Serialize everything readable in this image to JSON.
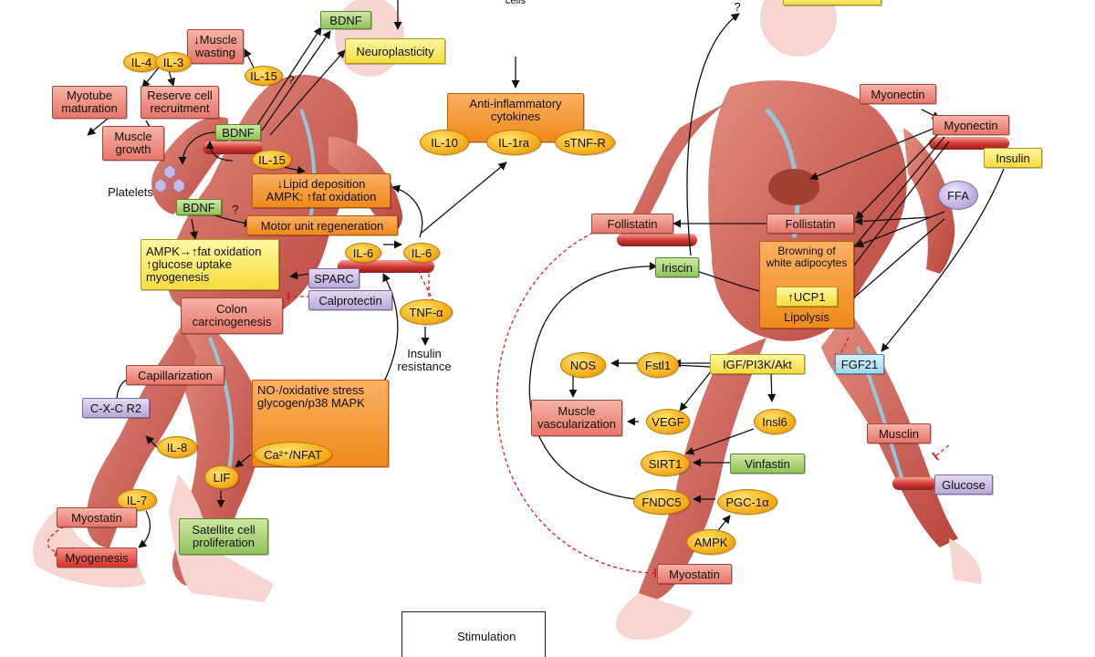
{
  "nodes": {
    "bdnf_top": "BDNF",
    "neuroplasticity": "Neuroplasticity",
    "cells_fragment": "cells",
    "q_mark_1": "?",
    "q_mark_2": "?",
    "q_mark_3": "?",
    "muscle_wasting": "↓Muscle wasting",
    "il4": "IL-4",
    "il3": "IL-3",
    "il15_top": "IL-15",
    "myotube_maturation": "Myotube maturation",
    "reserve_cell": "Reserve cell recruitment",
    "muscle_growth": "Muscle growth",
    "bdnf_mid": "BDNF",
    "platelets": "Platelets",
    "il15_mid": "IL-15",
    "lipid_deposition": "↓Lipid deposition AMPK: ↑fat oxidation",
    "bdnf_low": "BDNF",
    "motor_unit": "Motor unit regeneration",
    "ampk_fat": "AMPK→↑fat oxidation ↑glucose uptake myogenesis",
    "il6_a": "IL-6",
    "il6_b": "IL-6",
    "sparc": "SPARC",
    "calprotectin": "Calprotectin",
    "colon": "Colon carcinogenesis",
    "tnf": "TNF-α",
    "insulin_resistance": "Insulin resistance",
    "anti_inflammatory": "Anti-inflammatory cytokines",
    "il10": "IL-10",
    "il1ra": "IL-1ra",
    "stnfr": "sTNF-R",
    "capillarization": "Capillarization",
    "cxcr2": "C-X-C R2",
    "il8": "IL-8",
    "no_stress": "NO·/oxidative stress glycogen/p38 MAPK",
    "ca_nfat": "Ca²⁺/NFAT",
    "lif": "LIF",
    "satellite": "Satellite cell proliferation",
    "il7": "IL-7",
    "myostatin_left": "Myostatin",
    "myogenesis": "Myogenesis",
    "myonectin_a": "Myonectin",
    "myonectin_b": "Myonectin",
    "insulin": "Insulin",
    "ffa": "FFA",
    "follistatin_a": "Follistatin",
    "follistatin_b": "Follistatin",
    "browning": "Browning of white adipocytes",
    "iriscin": "Iriscin",
    "ucp1": "↑UCP1",
    "lipolysis": "Lipolysis",
    "nos": "NOS",
    "fstl1": "Fstl1",
    "igf": "IGF/PI3K/Akt",
    "fgf21": "FGF21",
    "muscle_vasc": "Muscle vascularization",
    "vegf": "VEGF",
    "insl6": "Insl6",
    "musclin": "Musclin",
    "sirt1": "SIRT1",
    "vinfastin": "Vinfastin",
    "glucose": "Glucose",
    "fndc5": "FNDC5",
    "pgc1a": "PGC-1α",
    "ampk_right": "AMPK",
    "myostatin_right": "Myostatin"
  },
  "legend": {
    "stimulation": "Stimulation"
  },
  "colors": {
    "red_box": "#e7766a",
    "orange_box": "#f08a1a",
    "yellow_box": "#f6dc3d",
    "green_box": "#8fc35a",
    "purple_box": "#b9a7d8",
    "blue_box": "#9fd9ee",
    "oval": "#f3a50d",
    "inhibition": "#d9202a",
    "muscle": "#c94a3f",
    "skin": "#f7d4cf"
  }
}
